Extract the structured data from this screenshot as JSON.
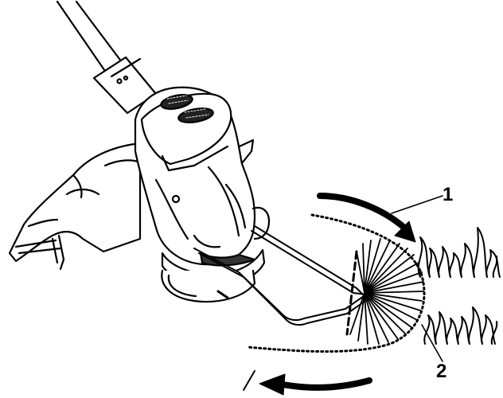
{
  "callouts": {
    "one": "1",
    "two": "2"
  },
  "colors": {
    "ink": "#000000",
    "paper": "#ffffff"
  },
  "icons": [
    "string-trimmer-illustration",
    "rotation-arrow-icon",
    "grass-icon",
    "cutting-swath-icon"
  ]
}
